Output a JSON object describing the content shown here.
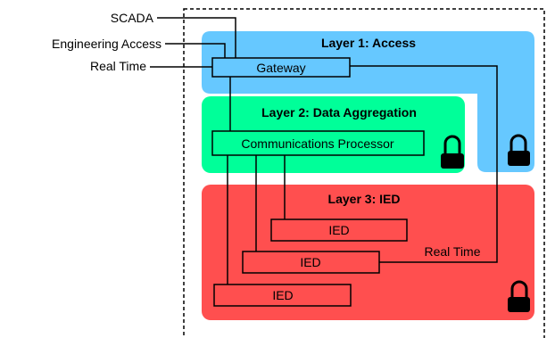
{
  "inputs": {
    "scada": "SCADA",
    "engineering_access": "Engineering Access",
    "real_time": "Real Time"
  },
  "layers": {
    "access": {
      "title": "Layer 1: Access",
      "color": "#66c8ff"
    },
    "aggregation": {
      "title": "Layer 2: Data Aggregation",
      "color": "#00ff99"
    },
    "ied": {
      "title": "Layer 3: IED",
      "color": "#ff4f4f"
    }
  },
  "nodes": {
    "gateway": "Gateway",
    "comm_processor": "Communications Processor",
    "ied_1": "IED",
    "ied_2": "IED",
    "ied_3": "IED"
  },
  "links": {
    "real_time_label": "Real Time"
  },
  "icons": [
    "lock-icon-access",
    "lock-icon-aggregation",
    "lock-icon-ied"
  ]
}
